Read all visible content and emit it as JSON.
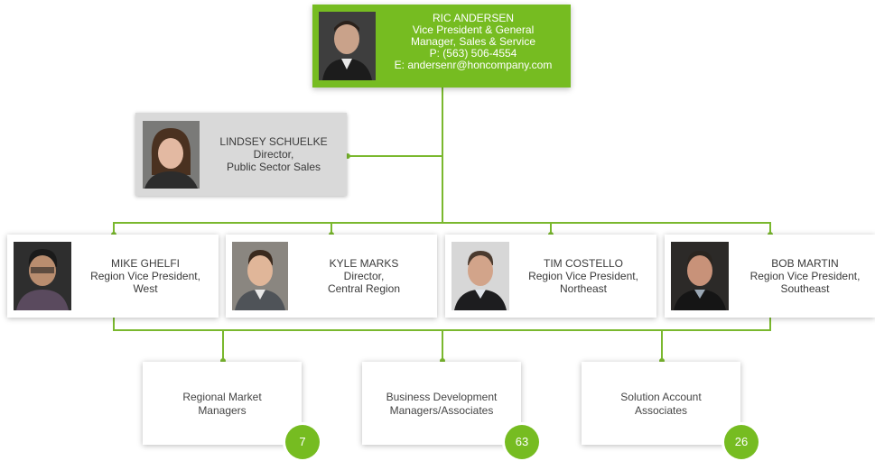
{
  "colors": {
    "accent": "#76bc21",
    "connector": "#7ab82e",
    "grey_card": "#d9d9d9"
  },
  "top": {
    "name": "RIC ANDERSEN",
    "title_line1": "Vice President & General",
    "title_line2": "Manager, Sales & Service",
    "phone": "P: (563) 506-4554",
    "email": "E: andersenr@honcompany.com"
  },
  "side": {
    "name": "LINDSEY SCHUELKE",
    "title_line1": "Director,",
    "title_line2": "Public Sector Sales"
  },
  "regions": [
    {
      "name": "MIKE GHELFI",
      "title_line1": "Region Vice President,",
      "title_line2": "West"
    },
    {
      "name": "KYLE MARKS",
      "title_line1": "Director,",
      "title_line2": "Central Region"
    },
    {
      "name": "TIM COSTELLO",
      "title_line1": "Region Vice President,",
      "title_line2": "Northeast"
    },
    {
      "name": "BOB MARTIN",
      "title_line1": "Region Vice President,",
      "title_line2": "Southeast"
    }
  ],
  "groups": [
    {
      "line1": "Regional Market",
      "line2": "Managers",
      "count": "7"
    },
    {
      "line1": "Business Development",
      "line2": "Managers/Associates",
      "count": "63"
    },
    {
      "line1": "Solution Account",
      "line2": "Associates",
      "count": "26"
    }
  ]
}
